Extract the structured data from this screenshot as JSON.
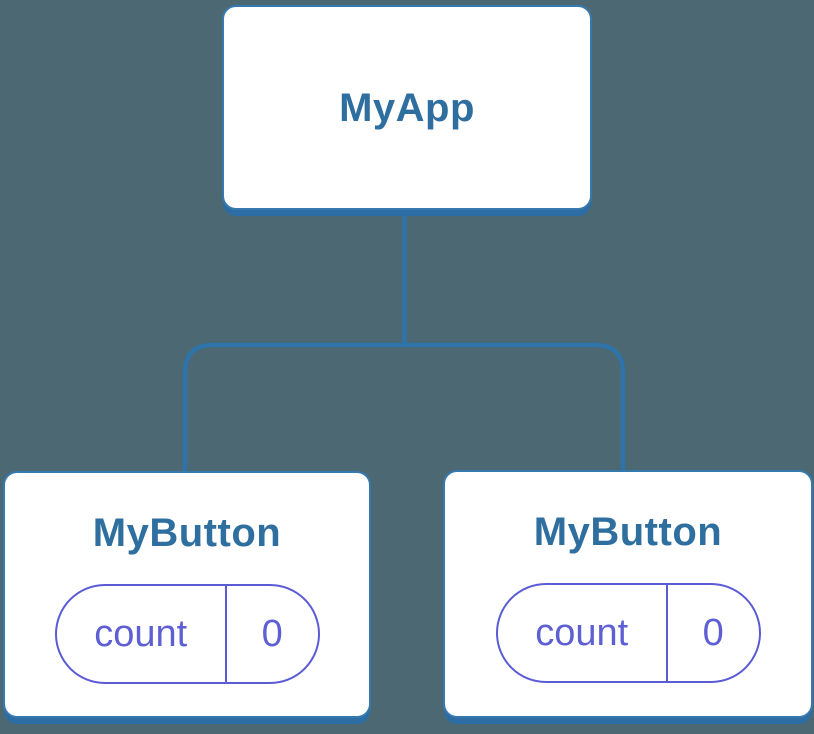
{
  "diagram": {
    "type": "component-tree",
    "root": {
      "label": "MyApp"
    },
    "children": [
      {
        "label": "MyButton",
        "state": {
          "key": "count",
          "value": "0"
        }
      },
      {
        "label": "MyButton",
        "state": {
          "key": "count",
          "value": "0"
        }
      }
    ]
  },
  "colors": {
    "background": "#4C6872",
    "connector": "#2E73A9",
    "card_bg": "#FFFFFF",
    "card_border": "#3579AF",
    "card_shadow": "#2D6DA6",
    "title_text": "#2F6F9F",
    "state_border": "#5B5BD6",
    "state_text": "#5E5FD3"
  }
}
